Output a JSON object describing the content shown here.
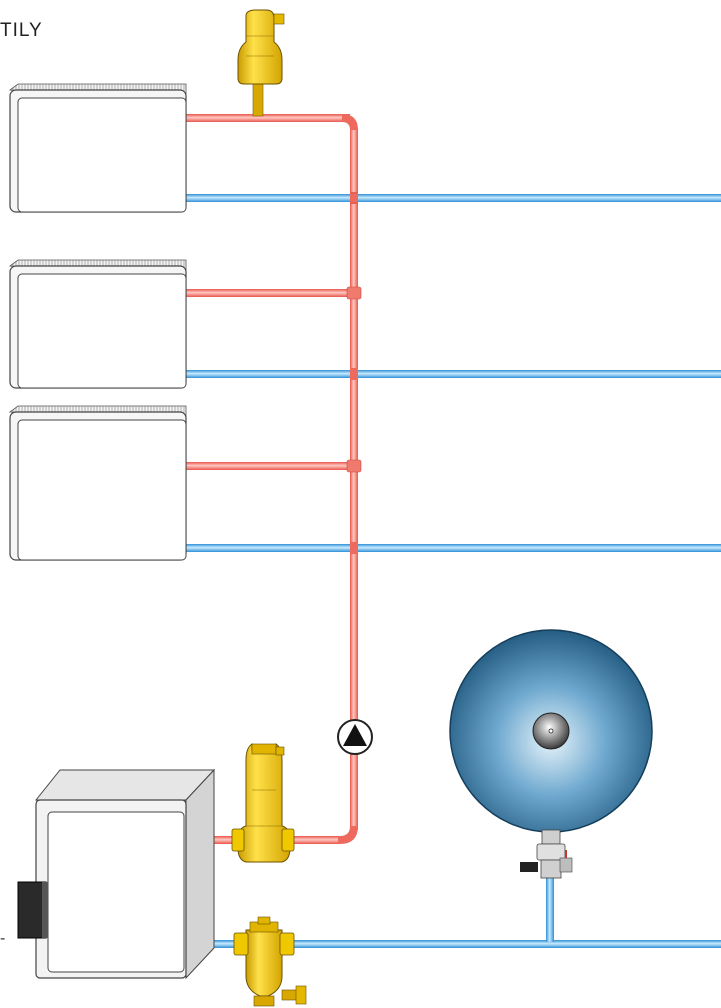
{
  "caption": "TILY",
  "side_mark": "-",
  "colors": {
    "supply_pipe": "#f07a6e",
    "supply_pipe_light": "#ffc3bb",
    "return_pipe": "#4aa9e6",
    "return_pipe_light": "#bfe6ff",
    "brass_device": "#f4c800",
    "vessel_dark": "#1f5f8a",
    "vessel_light": "#d9ecf6",
    "outline": "#333333"
  },
  "components": {
    "radiators": [
      "radiator-top",
      "radiator-middle",
      "radiator-bottom"
    ],
    "air_vents": [
      "air-vent-top",
      "air-separator-boiler"
    ],
    "dirt_separator": "dirt-separator-return",
    "pump": "circulation-pump",
    "expansion_vessel": "expansion-vessel",
    "boiler": "boiler"
  }
}
